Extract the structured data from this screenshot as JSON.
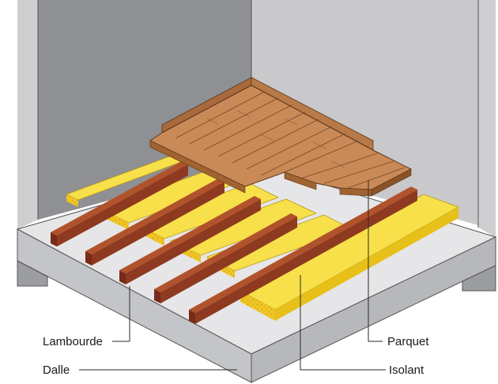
{
  "labels": {
    "lambourde": "Lambourde",
    "dalle": "Dalle",
    "parquet": "Parquet",
    "isolant": "Isolant"
  },
  "colors": {
    "wall_light": "#c9c9cb",
    "wall_dark": "#8f9094",
    "slab_top": "#e6e6e8",
    "slab_edge": "#b7b8bb",
    "insulation": "#f7e04a",
    "insulation_edge": "#e7c019",
    "joist_top": "#b0532c",
    "joist_end": "#7a2a18",
    "parquet": "#c98a58",
    "parquet_line": "#7b4a26"
  }
}
